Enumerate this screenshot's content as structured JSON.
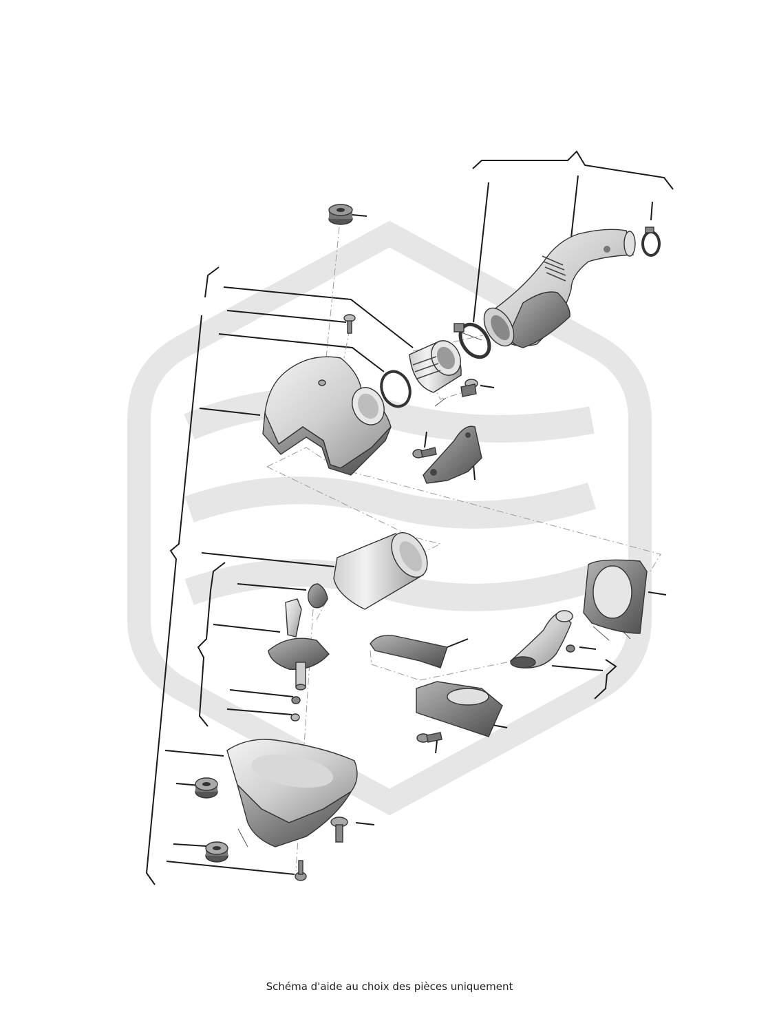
{
  "caption": "Schéma d'aide au choix des pièces uniquement",
  "watermark": {
    "icon": "brand-logo-watermark",
    "color": "#e6e6e6"
  },
  "diagram": {
    "type": "exploded-parts-view",
    "subject": "air intake / air filter assembly",
    "part_fill": "#dcdcdc",
    "part_stroke": "#333333",
    "leader_color": "#1a1a1a"
  }
}
